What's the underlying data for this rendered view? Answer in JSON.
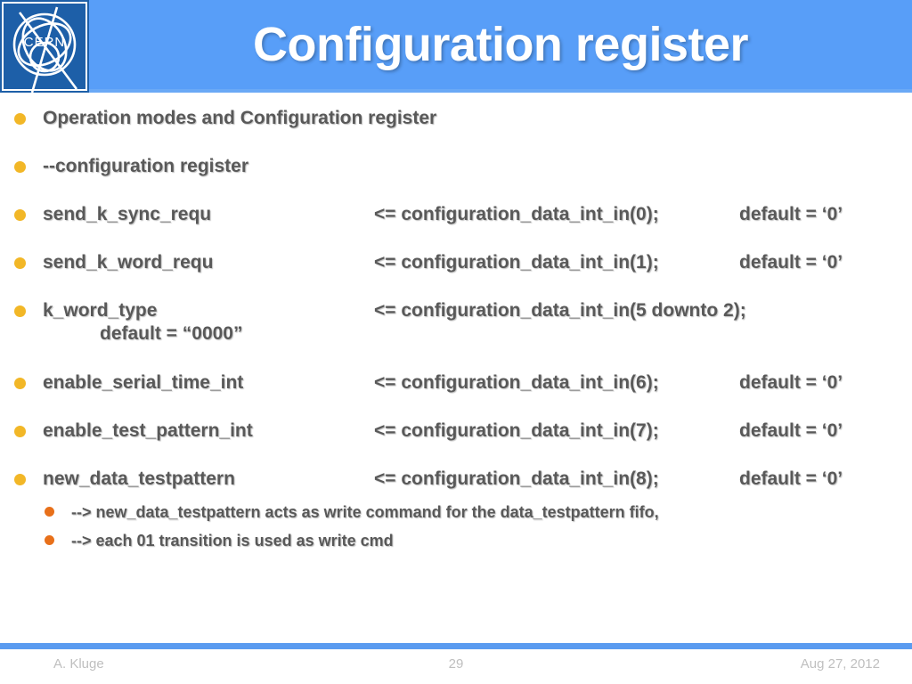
{
  "slide": {
    "title": "Configuration register",
    "brand": {
      "logo_text": "CERN",
      "logo_bg": "#1d5fa8",
      "header_bg": "#589ef8"
    },
    "colors": {
      "header_blue": "#589ef8",
      "footer_blue": "#5a9bf0",
      "bullet_gold": "#f2b727",
      "subbullet_orange": "#e8701a",
      "body_text": "#595959",
      "footer_text": "#bfbfbf"
    }
  },
  "body": {
    "lines": [
      {
        "level": 1,
        "col1": "Operation modes and Configuration register",
        "col2": "",
        "col3": ""
      },
      {
        "level": 1,
        "col1": "--configuration register",
        "col2": "",
        "col3": ""
      },
      {
        "level": 1,
        "col1": "send_k_sync_requ",
        "col2": "<= configuration_data_int_in(0);",
        "col3": "default = ‘0’"
      },
      {
        "level": 1,
        "col1": "send_k_word_requ",
        "col2": "<= configuration_data_int_in(1);",
        "col3": "default = ‘0’"
      },
      {
        "level": 1,
        "col1": "k_word_type",
        "col2": "<= configuration_data_int_in(5 downto 2);",
        "col3": "",
        "continuation": "default = “0000”"
      },
      {
        "level": 1,
        "col1": "enable_serial_time_int",
        "col2": "<= configuration_data_int_in(6);",
        "col3": "default = ‘0’"
      },
      {
        "level": 1,
        "col1": "enable_test_pattern_int",
        "col2": "<= configuration_data_int_in(7);",
        "col3": "default = ‘0’"
      },
      {
        "level": 1,
        "col1": "new_data_testpattern",
        "col2": "<= configuration_data_int_in(8);",
        "col3": "default = ‘0’"
      },
      {
        "level": 2,
        "col1": "--> new_data_testpattern acts as write command for the data_testpattern fifo,",
        "col2": "",
        "col3": ""
      },
      {
        "level": 2,
        "col1": "--> each 01 transition is used as write cmd",
        "col2": "",
        "col3": ""
      }
    ]
  },
  "footer": {
    "author": "A. Kluge",
    "page_number": "29",
    "date": "Aug 27, 2012"
  }
}
